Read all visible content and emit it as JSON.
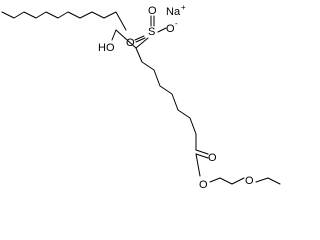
{
  "molecule": {
    "labels": {
      "sodium": "Na",
      "sodium_charge": "+",
      "hydroxyl": "HO",
      "sulfonate_s": "S",
      "sulfonate_o_top": "O",
      "sulfonate_o_left": "O",
      "sulfonate_o_right": "O",
      "sulfonate_charge": "-",
      "ester_carbonyl_o": "O",
      "ester_o": "O",
      "ether_o": "O"
    }
  }
}
